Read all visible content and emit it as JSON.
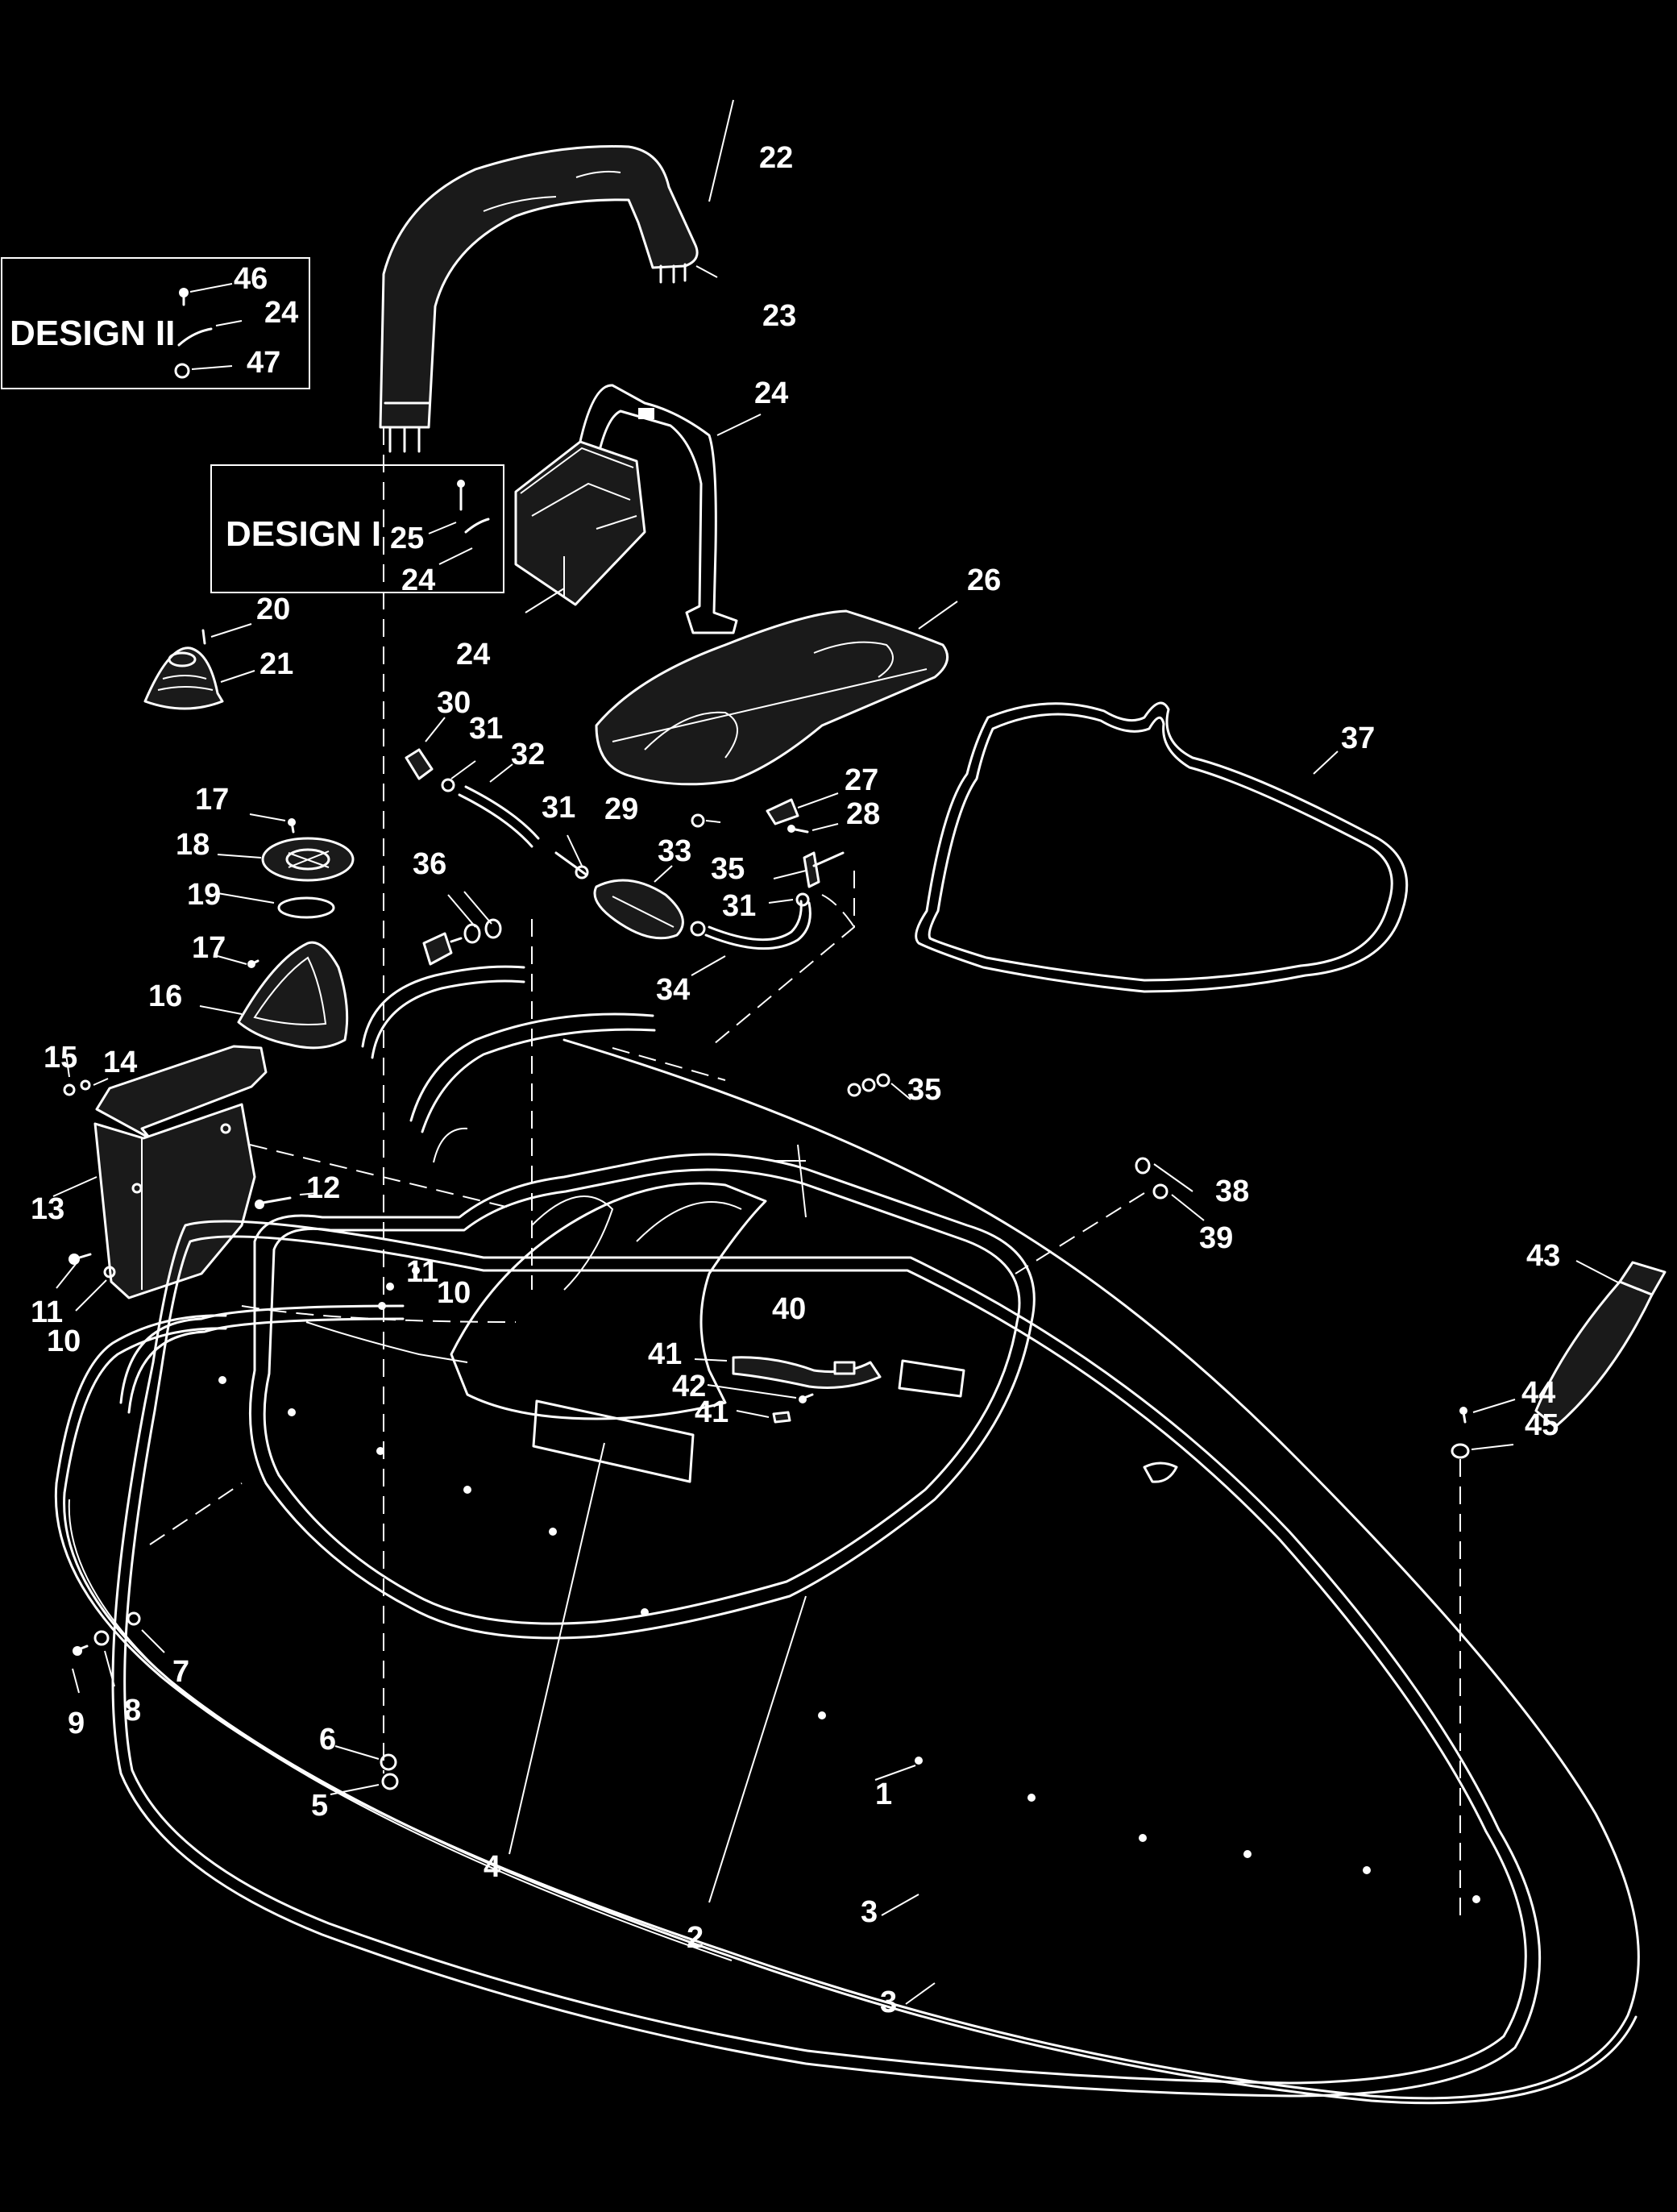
{
  "design_boxes": [
    {
      "title": "DESIGN II"
    },
    {
      "title": "DESIGN I"
    }
  ],
  "callouts": [
    "46",
    "24",
    "47",
    "22",
    "23",
    "24",
    "25",
    "24",
    "24",
    "26",
    "20",
    "21",
    "30",
    "31",
    "32",
    "27",
    "29",
    "28",
    "31",
    "17",
    "33",
    "18",
    "35",
    "19",
    "31",
    "36",
    "17",
    "16",
    "34",
    "15",
    "14",
    "35",
    "12",
    "13",
    "38",
    "39",
    "11",
    "10",
    "11",
    "10",
    "40",
    "43",
    "41",
    "42",
    "44",
    "41",
    "45",
    "7",
    "9",
    "8",
    "6",
    "5",
    "1",
    "4",
    "3",
    "2",
    "3",
    "37"
  ]
}
